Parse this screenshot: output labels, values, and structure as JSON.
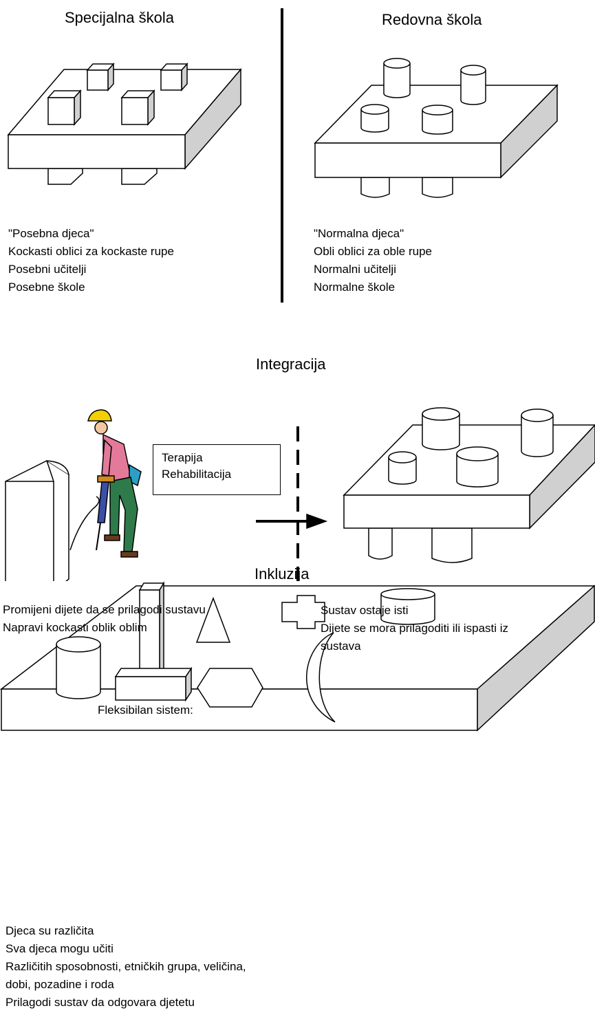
{
  "colors": {
    "stroke": "#000000",
    "side_face": "#d0d0d0",
    "helmet": "#f5d000",
    "shirt": "#e47a9a",
    "pants": "#2f7a4a",
    "drill": "#3b4fa8"
  },
  "special_school": {
    "title": "Specijalna škola",
    "lines": [
      "\"Posebna djeca\"",
      "Kockasti oblici za kockaste rupe",
      "Posebni učitelji",
      "Posebne škole"
    ]
  },
  "regular_school": {
    "title": "Redovna škola",
    "lines": [
      "\"Normalna djeca\"",
      "Obli oblici za oble rupe",
      "Normalni učitelji",
      "Normalne škole"
    ]
  },
  "integration": {
    "title": "Integracija",
    "therapy_box": [
      "Terapija",
      "Rehabilitacija"
    ],
    "left_lines": [
      "Promijeni dijete da se prilagodi sustavu",
      "Napravi kockasti oblik oblim"
    ],
    "right_lines": [
      "Sustav ostaje isti",
      "Dijete se mora prilagoditi ili ispasti iz",
      "sustava"
    ],
    "icons": [
      "worker-with-jackhammer-icon",
      "arrow-right-icon"
    ]
  },
  "inclusion": {
    "title": "Inkluzija",
    "board_label": "Fleksibilan sistem:",
    "lines": [
      "Djeca su različita",
      "Sva djeca mogu učiti",
      "Različitih sposobnosti, etničkih grupa, veličina,",
      "dobi, pozadine i roda",
      "Prilagodi sustav da odgovara djetetu"
    ]
  }
}
